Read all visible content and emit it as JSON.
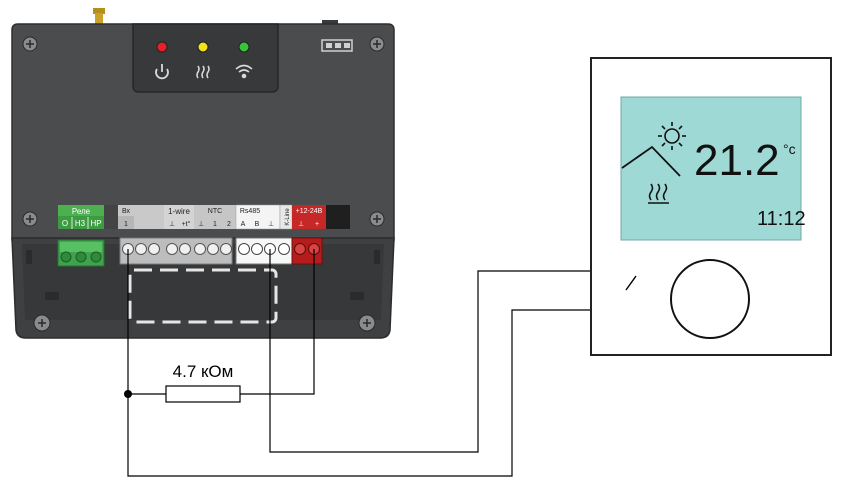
{
  "controller": {
    "terminals": {
      "relay": {
        "title": "Реле",
        "pins": [
          "O",
          "Н3",
          "НР"
        ]
      },
      "input": {
        "title": "Вх",
        "pins": [
          "1"
        ]
      },
      "onewire": {
        "title": "1-wire",
        "pins": [
          "⊥",
          "+t°"
        ]
      },
      "ntc": {
        "title": "NTC",
        "pins": [
          "⊥",
          "1",
          "2"
        ]
      },
      "rs485": {
        "title": "Rs485",
        "pins": [
          "A",
          "B",
          "⊥"
        ]
      },
      "kline": {
        "title": "K-Line"
      },
      "power": {
        "title": "+12-24В",
        "pins": [
          "⊥",
          "+"
        ]
      }
    },
    "status_led_colors": [
      "#e8202a",
      "#f2e21e",
      "#35c43a"
    ]
  },
  "resistor": {
    "label": "4.7 кОм"
  },
  "thermostat": {
    "temperature": "21.2",
    "unit": "°c",
    "time": "11:12",
    "lcd_color": "#9fd9d6"
  }
}
